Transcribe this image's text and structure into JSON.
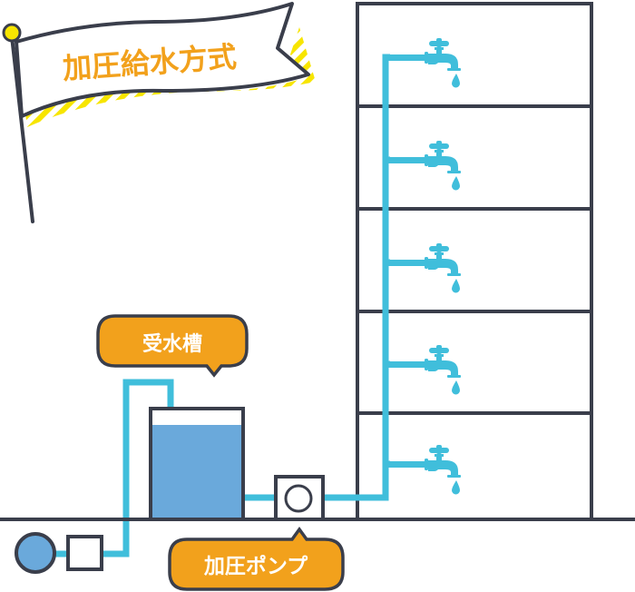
{
  "title": "加圧給水方式",
  "labels": {
    "tank": "受水槽",
    "pump": "加圧ポンプ"
  },
  "building": {
    "floors": 5
  },
  "colors": {
    "outline": "#3a3e4b",
    "pipe": "#40bedb",
    "water": "#6aa9db",
    "label_bg": "#f2a11c",
    "title_text": "#f2a11c",
    "flag_stripe": "#f7e500"
  }
}
